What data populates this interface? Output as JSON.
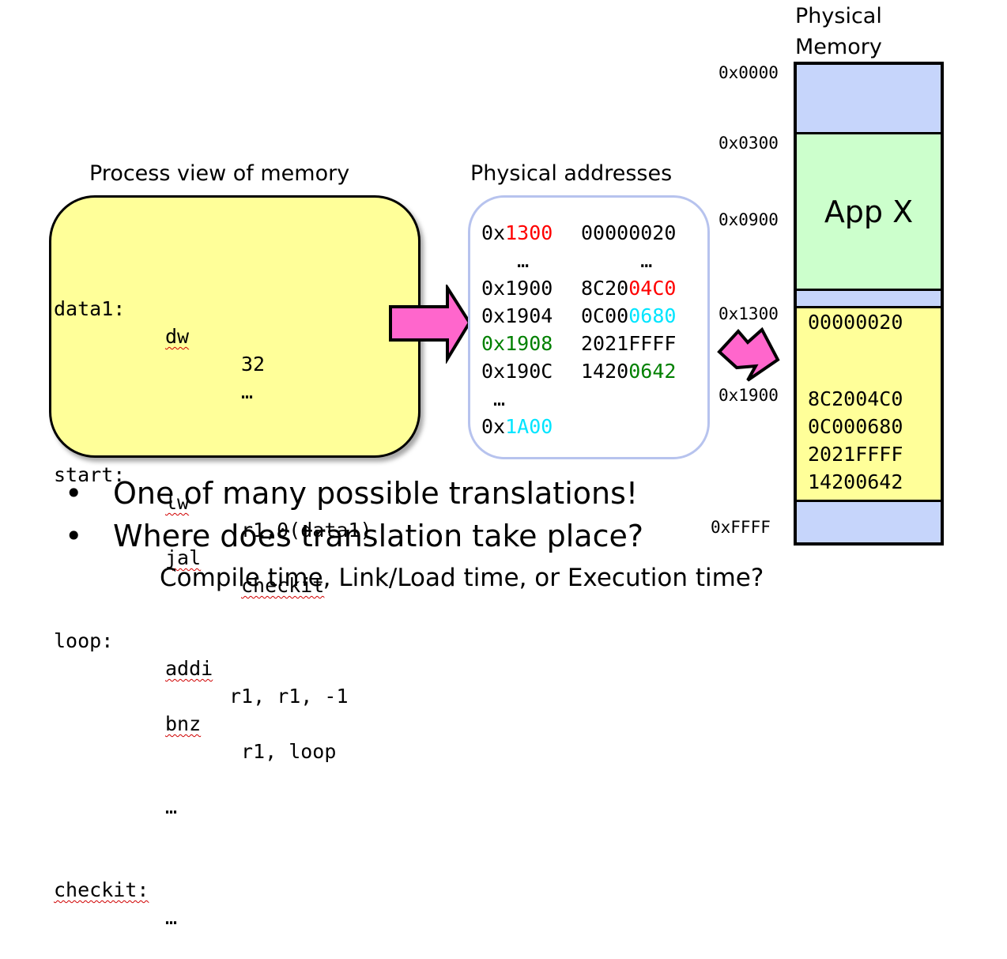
{
  "headings": {
    "process_view": "Process view of memory",
    "physical_addresses": "Physical addresses",
    "physical_memory": [
      "Physical",
      "Memory"
    ]
  },
  "code": {
    "lines": [
      {
        "label": "data1:",
        "op": "dw",
        "arg": "32"
      },
      {
        "label": "",
        "op": "",
        "arg": "…"
      },
      {
        "label": "start:",
        "op": "lw",
        "arg": "r1,0(data1)"
      },
      {
        "label": "",
        "op": "jal",
        "arg": "checkit"
      },
      {
        "label": "loop:",
        "op": "addi",
        "arg": "r1, r1, -1"
      },
      {
        "label": "",
        "op": "bnz",
        "arg": "r1, loop"
      },
      {
        "label": "",
        "op": "…",
        "arg": ""
      },
      {
        "label": "checkit:",
        "op": "…",
        "arg": ""
      }
    ]
  },
  "physical_addresses": {
    "rows": [
      {
        "addr_prefix": "0x",
        "addr_hi": "1300",
        "addr_hi_color": "#ff0000",
        "data_a": "00000020",
        "data_b": "",
        "data_b_color": ""
      },
      {
        "addr_prefix": "   …",
        "addr_hi": "",
        "addr_hi_color": "",
        "data_a": "     …",
        "data_b": "",
        "data_b_color": ""
      },
      {
        "addr_prefix": "0x1900",
        "addr_hi": "",
        "addr_hi_color": "",
        "data_a": "8C20",
        "data_b": "04C0",
        "data_b_color": "#ff0000"
      },
      {
        "addr_prefix": "0x1904",
        "addr_hi": "",
        "addr_hi_color": "",
        "data_a": "0C00",
        "data_b": "0680",
        "data_b_color": "#00e5ff"
      },
      {
        "addr_prefix": "",
        "addr_hi": "0x1908",
        "addr_hi_color": "#008000",
        "data_a": "2021FFFF",
        "data_b": "",
        "data_b_color": ""
      },
      {
        "addr_prefix": "0x190C",
        "addr_hi": "",
        "addr_hi_color": "",
        "data_a": "1420",
        "data_b": "0642",
        "data_b_color": "#008000"
      },
      {
        "addr_prefix": " …",
        "addr_hi": "",
        "addr_hi_color": "",
        "data_a": "",
        "data_b": "",
        "data_b_color": ""
      },
      {
        "addr_prefix": "0x",
        "addr_hi": "1A00",
        "addr_hi_color": "#00e5ff",
        "data_a": "",
        "data_b": "",
        "data_b_color": ""
      }
    ]
  },
  "memory": {
    "addresses": [
      "0x0000",
      "0x0300",
      "0x0900",
      "0x1300",
      "0x1900",
      "0xFFFF"
    ],
    "app_label": "App X",
    "values_top": "00000020",
    "values_bottom": [
      "8C2004C0",
      "0C000680",
      "2021FFFF",
      "14200642"
    ],
    "colors": {
      "blue": "#c6d5fb",
      "green": "#ccffcc",
      "yellow": "#ffff99",
      "arrow": "#ff66cc"
    }
  },
  "bullets": [
    "One of many possible translations!",
    "Where does translation take place?"
  ],
  "subtext": "Compile time, Link/Load time, or Execution time?"
}
